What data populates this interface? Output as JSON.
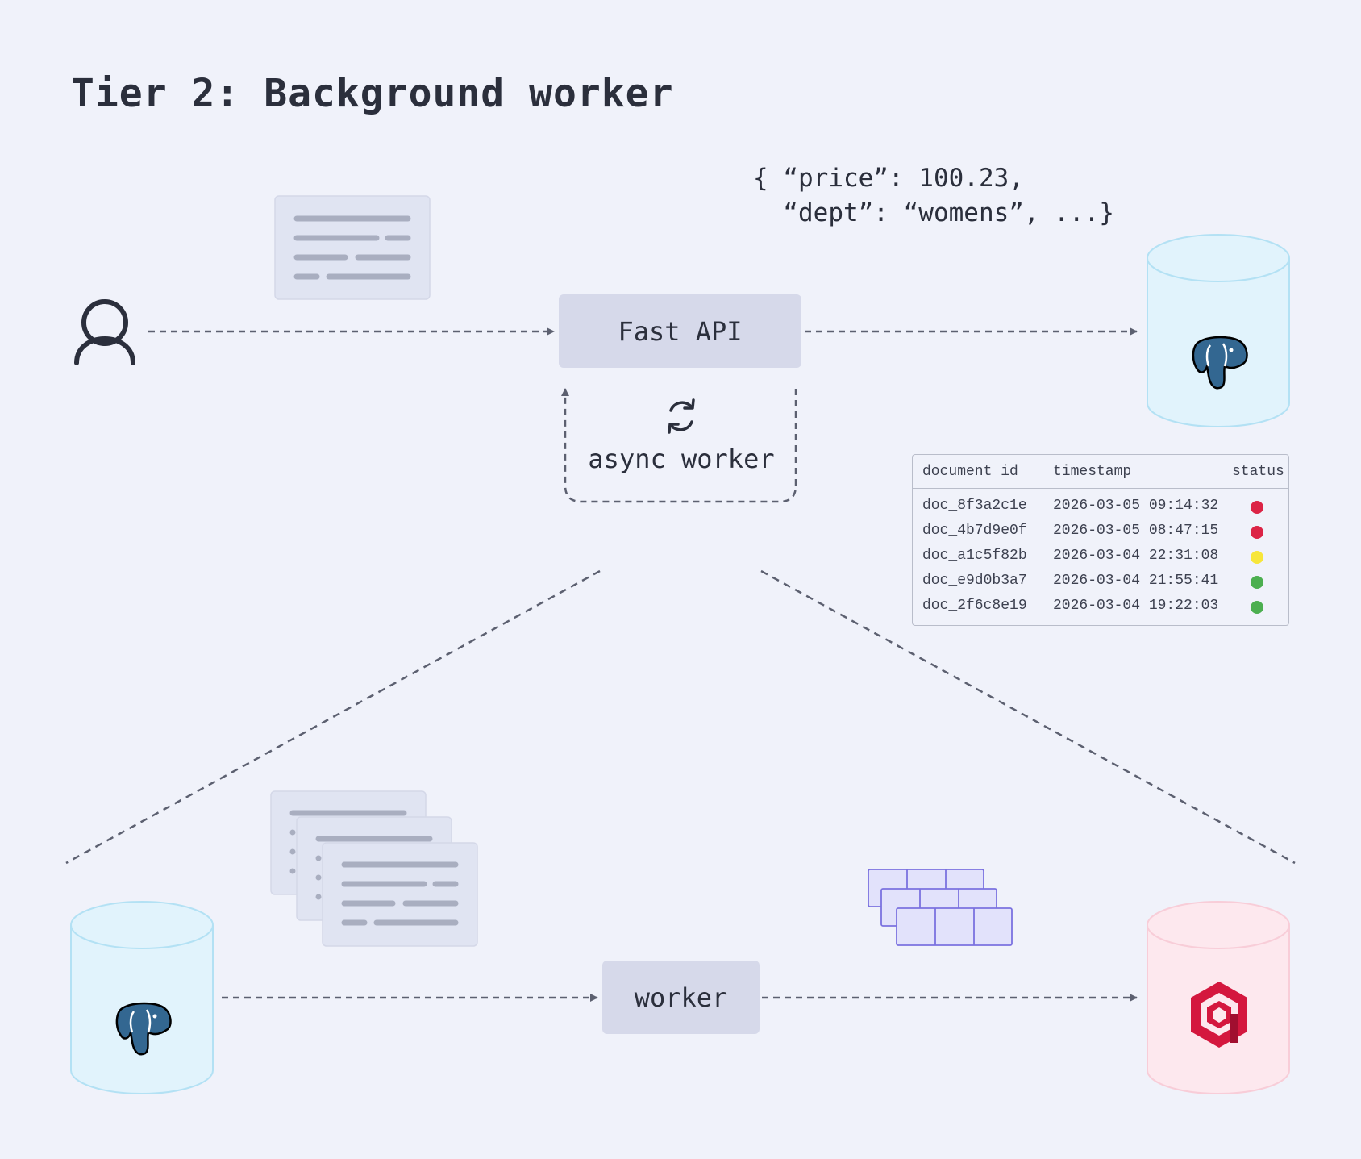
{
  "title": "Tier 2: Background worker",
  "json_payload": {
    "line1": "{ “price”: 100.23,",
    "line2": "  “dept”: “womens”, ...}"
  },
  "api_box_label": "Fast API",
  "async_label": "async worker",
  "worker_box_label": "worker",
  "colors": {
    "background": "#f0f2fa",
    "box": "#d6d9ea",
    "arrow": "#5c6070",
    "postgres_cylinder": "#e1f3fc",
    "questdb_cylinder": "#fde8ee",
    "status_red": "#dc2446",
    "status_yellow": "#f7e63a",
    "status_green": "#4caf50"
  },
  "table": {
    "headers": [
      "document id",
      "timestamp",
      "status"
    ],
    "rows": [
      {
        "id": "doc_8f3a2c1e",
        "timestamp": "2026-03-05 09:14:32",
        "status": "red"
      },
      {
        "id": "doc_4b7d9e0f",
        "timestamp": "2026-03-05 08:47:15",
        "status": "red"
      },
      {
        "id": "doc_a1c5f82b",
        "timestamp": "2026-03-04 22:31:08",
        "status": "yellow"
      },
      {
        "id": "doc_e9d0b3a7",
        "timestamp": "2026-03-04 21:55:41",
        "status": "green"
      },
      {
        "id": "doc_2f6c8e19",
        "timestamp": "2026-03-04 19:22:03",
        "status": "green"
      }
    ]
  },
  "icons": {
    "user": "user-icon",
    "refresh": "refresh-icon",
    "postgres": "postgresql-elephant-icon",
    "questdb": "questdb-logo-icon",
    "document": "document-icon",
    "table_grid": "table-grid-icon"
  }
}
